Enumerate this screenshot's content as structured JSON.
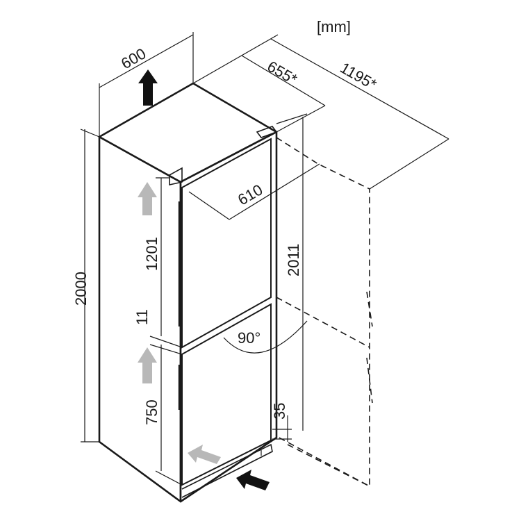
{
  "unit_label": "[mm]",
  "dimensions": {
    "width": "600",
    "depth_655": "655*",
    "depth_1195": "1195*",
    "depth_610": "610",
    "height_total": "2000",
    "height_open_door": "2011",
    "height_upper_door": "1201",
    "gap": "11",
    "height_lower_door": "750",
    "plinth": "35",
    "door_angle": "90°"
  }
}
